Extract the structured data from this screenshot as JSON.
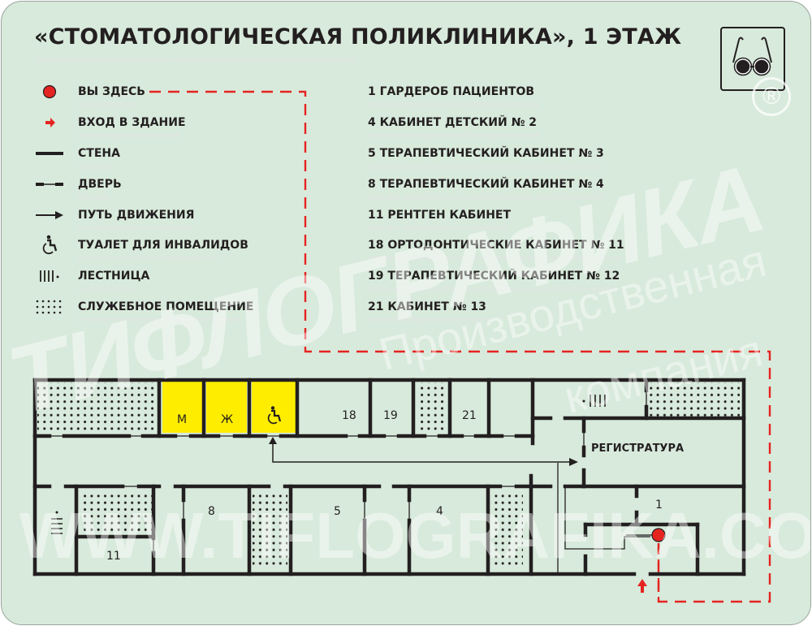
{
  "header": {
    "title": "«СТОМАТОЛОГИЧЕСКАЯ ПОЛИКЛИНИКА», 1 ЭТАЖ",
    "visually_impaired_icon": "glasses-icon",
    "registered_mark": "®"
  },
  "legend": {
    "items": [
      {
        "label": "ВЫ ЗДЕСЬ",
        "icon": "you-are-here-dot-icon"
      },
      {
        "label": "ВХОД В ЗДАНИЕ",
        "icon": "entrance-arrow-icon"
      },
      {
        "label": "СТЕНА",
        "icon": "wall-line-icon"
      },
      {
        "label": "ДВЕРЬ",
        "icon": "door-line-icon"
      },
      {
        "label": "ПУТЬ ДВИЖЕНИЯ",
        "icon": "route-arrow-icon"
      },
      {
        "label": "ТУАЛЕТ ДЛЯ ИНВАЛИДОВ",
        "icon": "wheelchair-icon"
      },
      {
        "label": "ЛЕСТНИЦА",
        "icon": "stairs-icon"
      },
      {
        "label": "СЛУЖЕБНОЕ ПОМЕЩЕНИЕ",
        "icon": "service-room-dots-icon"
      }
    ]
  },
  "rooms_list": {
    "items": [
      {
        "label": "1 ГАРДЕРОБ ПАЦИЕНТОВ"
      },
      {
        "label": "4 КАБИНЕТ ДЕТСКИЙ № 2"
      },
      {
        "label": "5 ТЕРАПЕВТИЧЕСКИЙ КАБИНЕТ № 3"
      },
      {
        "label": "8 ТЕРАПЕВТИЧЕСКИЙ КАБИНЕТ № 4"
      },
      {
        "label": "11 РЕНТГЕН КАБИНЕТ"
      },
      {
        "label": "18 ОРТОДОНТИЧЕСКИЕ КАБИНЕТ № 11"
      },
      {
        "label": "19 ТЕРАПЕВТИЧЕСКИЙ КАБИНЕТ № 12"
      },
      {
        "label": "21 КАБИНЕТ № 13"
      }
    ]
  },
  "plan": {
    "room_labels": {
      "toilet_m": "М",
      "toilet_w": "Ж",
      "r18": "18",
      "r19": "19",
      "r21": "21",
      "registry": "РЕГИСТРАТУРА",
      "r8": "8",
      "r5": "5",
      "r4": "4",
      "r11": "11",
      "r1": "1"
    },
    "colors": {
      "wall": "#231f20",
      "toilet_fill": "#ffed00",
      "route_red": "#e52421",
      "background": "#d8eadb"
    }
  },
  "watermark": {
    "brand": "ТИФЛОГРАФИКА",
    "line1": "Производственная",
    "line2": "компания",
    "url": "WWW.TIFLOGRAFIKA.COM"
  }
}
